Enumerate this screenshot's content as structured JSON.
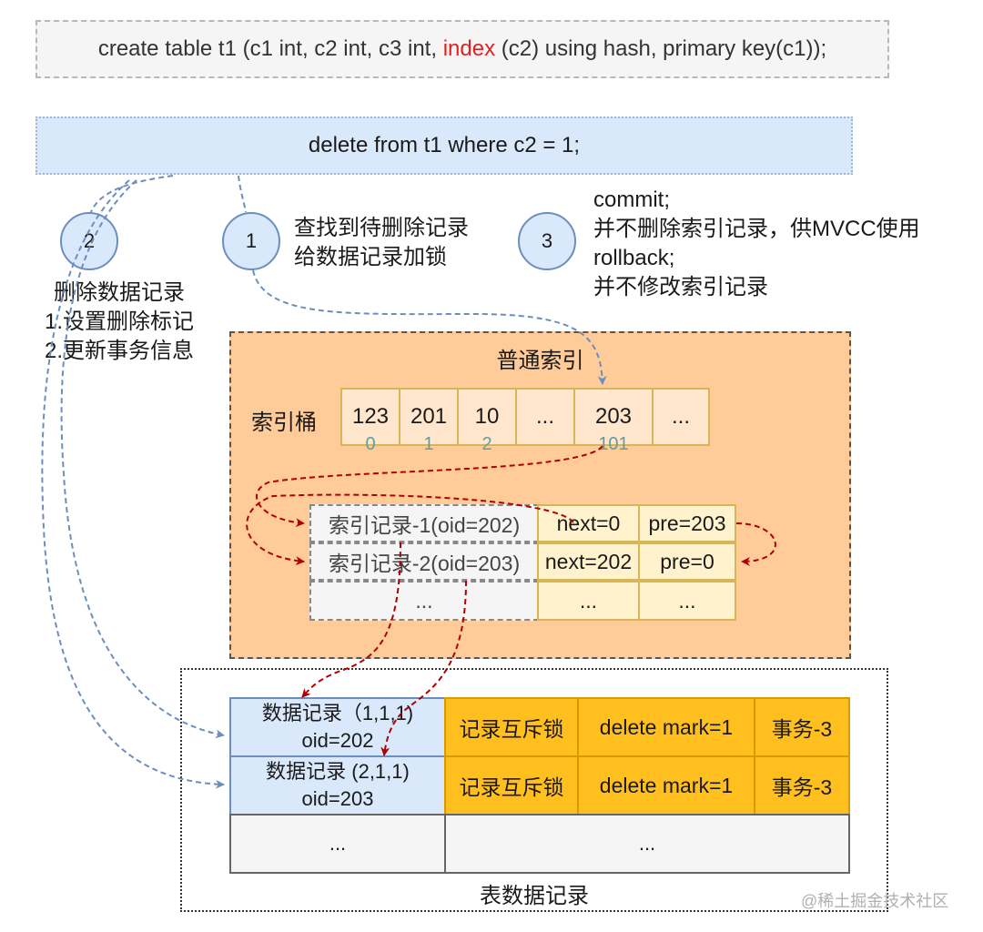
{
  "sql_create": {
    "before": "create table t1 (c1 int, c2 int, c3 int, ",
    "keyword": "index",
    "after": " (c2) using hash, primary key(c1));"
  },
  "sql_delete": "delete from t1 where c2 = 1;",
  "steps": [
    {
      "num": "2",
      "lines": [
        "删除数据记录",
        "1.设置删除标记",
        "2.更新事务信息"
      ]
    },
    {
      "num": "1",
      "lines": [
        "查找到待删除记录",
        "给数据记录加锁"
      ]
    },
    {
      "num": "3",
      "lines": [
        "commit;",
        "并不删除索引记录，供MVCC使用",
        "rollback;",
        "并不修改索引记录"
      ]
    }
  ],
  "index_panel": {
    "title": "普通索引",
    "bucket_label": "索引桶",
    "buckets": [
      {
        "value": "123",
        "pos": "0"
      },
      {
        "value": "201",
        "pos": "1"
      },
      {
        "value": "10",
        "pos": "2"
      },
      {
        "value": "...",
        "pos": ""
      },
      {
        "value": "203",
        "pos": "101"
      },
      {
        "value": "...",
        "pos": ""
      }
    ],
    "records": [
      {
        "name": "索引记录-1(oid=202)",
        "next": "next=0",
        "pre": "pre=203"
      },
      {
        "name": "索引记录-2(oid=203)",
        "next": "next=202",
        "pre": "pre=0"
      },
      {
        "name": "...",
        "next": "...",
        "pre": "..."
      }
    ]
  },
  "table_panel": {
    "title": "表数据记录",
    "rows": [
      {
        "record": "数据记录（1,1,1)",
        "oid": "oid=202",
        "lock": "记录互斥锁",
        "mark": "delete mark=1",
        "txn": "事务-3"
      },
      {
        "record": "数据记录 (2,1,1)",
        "oid": "oid=203",
        "lock": "记录互斥锁",
        "mark": "delete mark=1",
        "txn": "事务-3"
      }
    ],
    "empty_row": {
      "left": "...",
      "right": "..."
    }
  },
  "watermark": "@稀土掘金技术社区",
  "colors": {
    "blue_fill": "#dae8fc",
    "blue_stroke": "#6c8ebf",
    "orange_panel": "#ffcc99",
    "yellow_cell": "#fff2cc",
    "lock_orange": "#ffbf1f",
    "red_arrow": "#b20000",
    "keyword_red": "#e02020"
  }
}
